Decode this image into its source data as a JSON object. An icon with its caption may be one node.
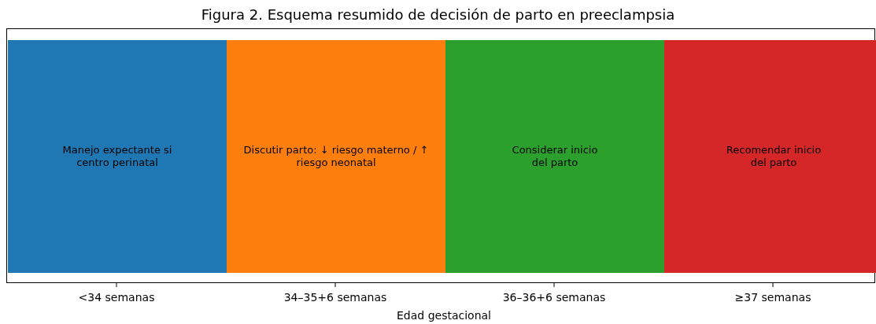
{
  "diagram": {
    "title": "Figura 2. Esquema resumido de decisión de parto en preeclampsia",
    "nodes": [
      {
        "text": [
          "Manejo expectante si centro perinatal"
        ]
      },
      {
        "text": [
          "Discutir parto: ↓ riesgo materno / ↑ riesgo neonatal"
        ]
      },
      {
        "text": [
          "Considerar inicio del parto"
        ]
      },
      {
        "text": [
          "Recomendar inicio del parto"
        ]
      }
    ],
    "labels": [
      "<34 semanas",
      "34–35+6 semanas",
      "36–36+6 semanas",
      "≥37 semanas",
      "Edad gestacional"
    ]
  }
}
